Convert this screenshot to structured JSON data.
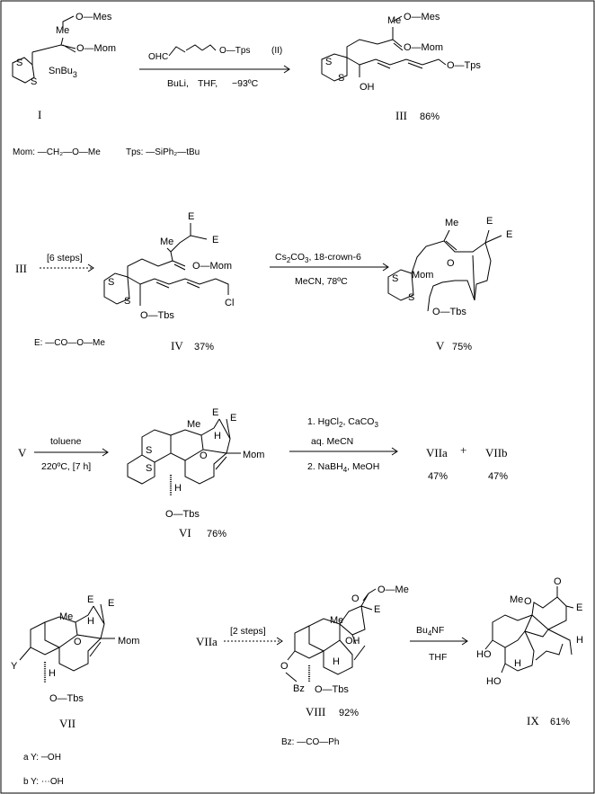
{
  "row1": {
    "cmpd1": {
      "mes": "O—Mes",
      "mom": "O—Mom",
      "me": "Me",
      "s1": "S",
      "s2": "S",
      "sn": "SnBu",
      "sn_sub": "3",
      "label": "I"
    },
    "reagent": {
      "ohc": "OHC",
      "tps": "O—Tps",
      "num": "(II)"
    },
    "cond": {
      "a": "BuLi,",
      "b": "THF,",
      "c": "−93ºC"
    },
    "cmpd3": {
      "mes": "O—Mes",
      "mom": "O—Mom",
      "me": "Me",
      "s1": "S",
      "s2": "S",
      "oh": "OH",
      "tps": "O—Tps",
      "label": "III",
      "yield": "86%"
    },
    "defs": {
      "mom": "Mom: —CH₂—O—Me",
      "tps": "Tps: —SiPh₂—tBu"
    }
  },
  "row2": {
    "start": "III",
    "steps": "[6 steps]",
    "cmpd4": {
      "e1": "E",
      "e2": "E",
      "me": "Me",
      "mom": "O—Mom",
      "s1": "S",
      "s2": "S",
      "tbs": "O—Tbs",
      "cl": "Cl",
      "label": "IV",
      "yield": "37%"
    },
    "cond_a_main": "Cs",
    "cond_a_sub": "2",
    "cond_a_rest": "CO",
    "cond_a_sub2": "3",
    "cond_a_tail": ", 18-crown-6",
    "cond_b": "MeCN, 78ºC",
    "cmpd5": {
      "me": "Me",
      "e1": "E",
      "e2": "E",
      "s1": "S",
      "s2": "S",
      "mom": "Mom",
      "o": "O",
      "tbs": "O—Tbs",
      "label": "V",
      "yield": "75%"
    },
    "def_e": "E: —CO—O—Me"
  },
  "row3": {
    "start": "V",
    "cond_a": "toluene",
    "cond_b": "220ºC, [7 h]",
    "cmpd6": {
      "e1": "E",
      "e2": "E",
      "me": "Me",
      "h1": "H",
      "o": "O",
      "mom": "Mom",
      "s1": "S",
      "s2": "S",
      "h2": "H",
      "tbs": "O—Tbs",
      "label": "VI",
      "yield": "76%"
    },
    "cond2": {
      "l1a": "1. HgCl",
      "l1sub": "2",
      "l1b": ", CaCO",
      "l1sub2": "3",
      "l2": "aq. MeCN",
      "l3a": "2. NaBH",
      "l3sub": "4",
      "l3b": ", MeOH"
    },
    "prod_a": "VIIa",
    "plus": "+",
    "prod_b": "VIIb",
    "yield_a": "47%",
    "yield_b": "47%"
  },
  "row4": {
    "cmpd7": {
      "e1": "E",
      "e2": "E",
      "me": "Me",
      "h1": "H",
      "o": "O",
      "mom": "Mom",
      "y": "Y",
      "h2": "H",
      "tbs": "O—Tbs",
      "label": "VII"
    },
    "defs": {
      "a": "a Y: ─OH",
      "b": "b Y: ⋯OH"
    },
    "start": "VIIa",
    "steps": "[2 steps]",
    "cmpd8": {
      "ome": "O—Me",
      "o": "O",
      "e": "E",
      "me": "Me",
      "h": "H",
      "oh": "OH",
      "obz": "O",
      "bz": "Bz",
      "tbs": "O—Tbs",
      "label": "VIII",
      "yield": "92%"
    },
    "def_bz": "Bz: —CO—Ph",
    "cond_a_main": "Bu",
    "cond_a_sub": "4",
    "cond_a_tail": "NF",
    "cond_b": "THF",
    "cmpd9": {
      "o1": "O",
      "o2": "O",
      "me": "Me",
      "e": "E",
      "ho1": "HO",
      "ho2": "HO",
      "h1": "H",
      "h2": "H",
      "label": "IX",
      "yield": "61%"
    }
  }
}
